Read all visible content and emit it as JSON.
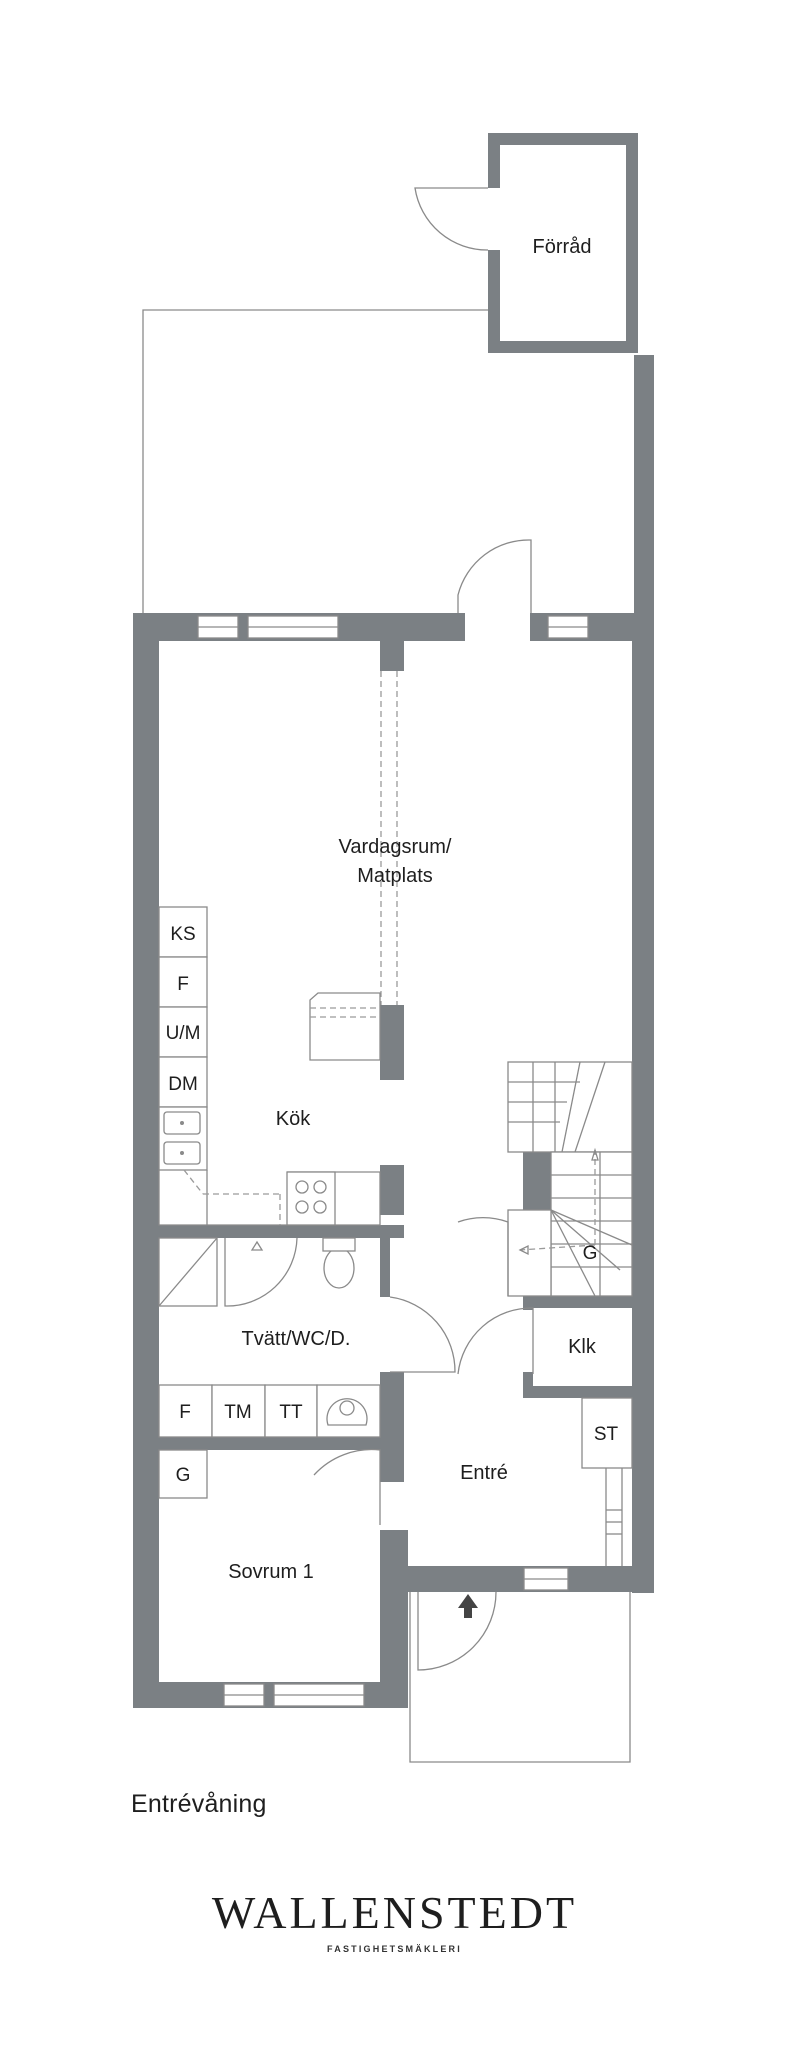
{
  "rooms": {
    "forrad": "Förråd",
    "vardagsrum_line1": "Vardagsrum/",
    "vardagsrum_line2": "Matplats",
    "kok": "Kök",
    "tvatt": "Tvätt/WC/D.",
    "klk": "Klk",
    "entre": "Entré",
    "sovrum": "Sovrum 1"
  },
  "fixtures": {
    "ks": "KS",
    "f_kitchen": "F",
    "um": "U/M",
    "dm": "DM",
    "g_stair": "G",
    "f_laundry": "F",
    "tm": "TM",
    "tt": "TT",
    "st": "ST",
    "g_bedroom": "G"
  },
  "floor_label": "Entrévåning",
  "brand": {
    "name": "WALLENSTEDT",
    "tagline": "FASTIGHETSMÄKLERI"
  }
}
